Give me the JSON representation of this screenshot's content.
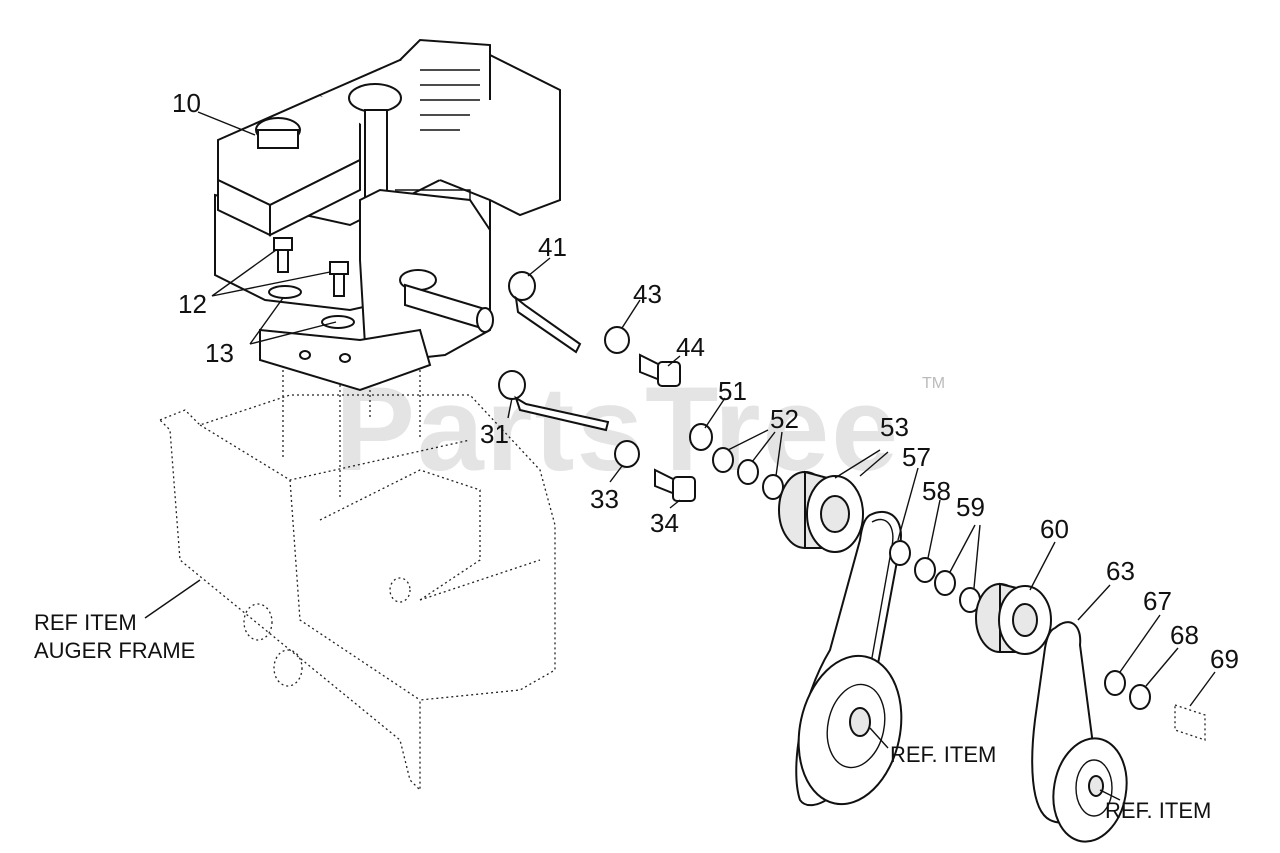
{
  "watermark": {
    "text": "PartsTree",
    "trademark": "TM"
  },
  "callouts": {
    "c10": "10",
    "c12": "12",
    "c13": "13",
    "c41": "41",
    "c43": "43",
    "c44": "44",
    "c31": "31",
    "c33": "33",
    "c34": "34",
    "c51": "51",
    "c52": "52",
    "c53": "53",
    "c57": "57",
    "c58": "58",
    "c59": "59",
    "c60": "60",
    "c63": "63",
    "c67": "67",
    "c68": "68",
    "c69": "69"
  },
  "notes": {
    "auger_frame_line1": "REF ITEM",
    "auger_frame_line2": "AUGER FRAME",
    "ref_item_1": "REF. ITEM",
    "ref_item_2": "REF. ITEM"
  },
  "colors": {
    "ink": "#111111",
    "watermark": "#cfcfcf",
    "background": "#ffffff"
  }
}
